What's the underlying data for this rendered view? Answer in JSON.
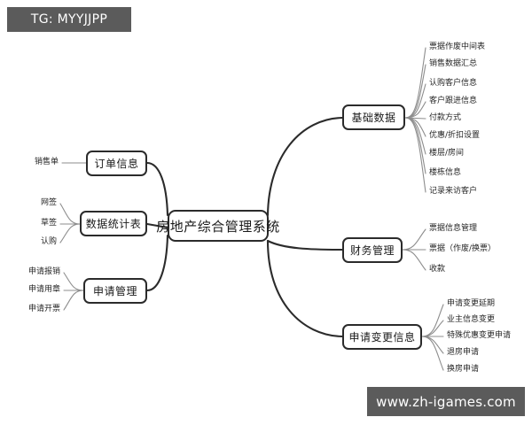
{
  "diagram": {
    "type": "mind-map",
    "root": {
      "label": "房地产综合管理系统"
    },
    "branches": [
      {
        "label": "基础数据",
        "side": "right",
        "leaves": [
          "票据作废中间表",
          "销售数据汇总",
          "认购客户信息",
          "客户跟进信息",
          "付款方式",
          "优惠/折扣设置",
          "楼层/房间",
          "楼栋信息",
          "记录来访客户"
        ]
      },
      {
        "label": "财务管理",
        "side": "right",
        "leaves": [
          "票据信息管理",
          "票据（作废/换票）",
          "收款"
        ]
      },
      {
        "label": "申请变更信息",
        "side": "right",
        "leaves": [
          "申请变更延期",
          "业主信息变更",
          "特殊优惠变更申请",
          "退房申请",
          "换房申请"
        ]
      },
      {
        "label": "订单信息",
        "side": "left",
        "leaves": [
          "销售单"
        ]
      },
      {
        "label": "数据统计表",
        "side": "left",
        "leaves": [
          "网签",
          "草签",
          "认购"
        ]
      },
      {
        "label": "申请管理",
        "side": "left",
        "leaves": [
          "申请报销",
          "申请用章",
          "申请开票"
        ]
      }
    ]
  },
  "watermarks": {
    "top_left": "TG: MYYJJPP",
    "bottom_right": "www.zh-igames.com"
  },
  "colors": {
    "background": "#ffffff",
    "stroke": "#2b2b2b",
    "leaf_stroke": "#8d8d8d",
    "text": "#1a1a1a",
    "watermark_bg": "#5b5b5b",
    "watermark_text": "#ffffff"
  }
}
